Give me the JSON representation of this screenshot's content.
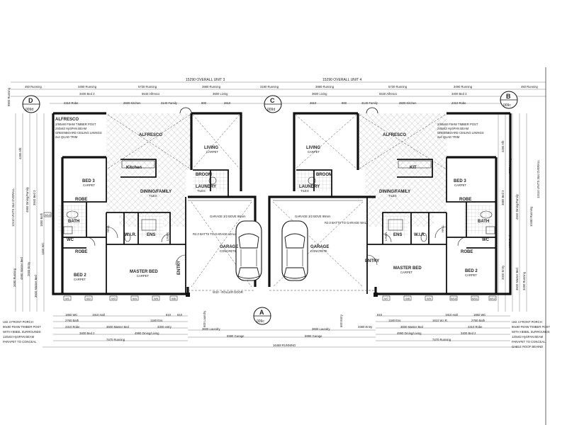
{
  "title": "Floor plan – Unit 3 and Unit 4",
  "overall": {
    "unit3": "15290 OVERALL UNIT 3",
    "unit4": "15290 OVERALL UNIT 4",
    "side_left": "12410 UNITS 3&4 OVERALL",
    "side_right_a": "10480 Running",
    "bottom": "16468 RUNNING"
  },
  "grid_markers": [
    {
      "letter": "A",
      "ref": "009c"
    },
    {
      "letter": "B",
      "ref": "009c"
    },
    {
      "letter": "C",
      "ref": "009d"
    },
    {
      "letter": "D",
      "ref": "009d"
    }
  ],
  "top_dims_row1": [
    "450 Running",
    "3490 Running",
    "5730 Running",
    "3980 Running",
    "3180 Running",
    "3980 Running",
    "5730 Running",
    "3490 Running",
    "450 Running"
  ],
  "top_dims_row2": [
    "3400 Bed 3",
    "5540 Alfresco",
    "3600 Living",
    "3600 Living",
    "5540 Alfresco",
    "3400 Bed 3"
  ],
  "top_dims_row3": [
    "2310 Robe",
    "2500 Kitchen",
    "3140 Family",
    "900",
    "2610",
    "2610",
    "900",
    "3140 Family",
    "2500 Kitchen",
    "2310 Robe"
  ],
  "rooms": {
    "alfresco_l": "ALFRESCO",
    "alfresco_r": "ALFRESCO",
    "living_l": "LIVING",
    "living_r": "LIVING",
    "bed3_l": "BED 3",
    "bed3_r": "BED 3",
    "robe": "ROBE",
    "bath": "BATH",
    "kitchen": "Kitchen",
    "kit": "KIT",
    "broom": "BROOM",
    "laundry": "LAUNDRY",
    "dining_l": "DINING/FAMILY",
    "dining_r": "DINING/FAMILY",
    "garage_l": "GARAGE",
    "garage_r": "GARAGE",
    "ens": "ENS",
    "wir": "W.I.R.",
    "linen": "LINEN",
    "entry": "ENTRY",
    "master_l": "MASTER BED",
    "master_r": "MASTER BED",
    "bed2_l": "BED 2",
    "bed2_r": "BED 2",
    "wc": "WC",
    "hall": "HALL"
  },
  "finishes": {
    "carpet": "CARPET",
    "tiles": "TILES",
    "concrete": "CONCRETE"
  },
  "notes": {
    "alfresco_l_title": "ALFRESCO",
    "alfresco_l_lines": [
      "2/90x90 F5HW TIMBER POST",
      "240x63 HySPAN BEAM",
      "GREENBOARD CEILING LININGS",
      "2x4 QUAD TRIM"
    ],
    "alfresco_r_lines": [
      "2/90x90 F5HW TIMBER POST",
      "240x63 HySPAN BEAM",
      "GREENBOARD CEILING LININGS",
      "2x4 QUAD TRIM"
    ],
    "garage_wall": "GARAGE 3/2 BOVE 98mm",
    "batts_l": "R2.0 BATTS TO GARAGE WALL",
    "batts_r": "R2.0 BATTS TO GARAGE WALL",
    "roller_door": "W10 - ROLLER DOOR",
    "unit3_porch": [
      "Unit 3 FRONT PORCH",
      "90x90 F5HW TIMBER POST",
      "WITH HEBEL SURROUNDS",
      "120x63 HySPAN BEAM",
      "PARAPET TO CONCEAL"
    ],
    "unit4_porch": [
      "Unit 4 FRONT PORCH",
      "90x90 F5HW TIMBER POST",
      "WITH HEBEL SURROUNDS",
      "120x63 HySPAN BEAM",
      "PARAPET TO CONCEAL",
      "GABLE ROOF BEHIND"
    ]
  },
  "bottom_dims": {
    "l_row1": [
      "1850 WC",
      "1910 Hall"
    ],
    "l_row2": [
      "2760 Bath",
      "2310 Robe",
      "1180 Ens"
    ],
    "l_row3": [
      "3600 Master Bed",
      "3300 entry",
      "910",
      "910"
    ],
    "l_row4": [
      "3400 Bed 2",
      "4990 Dining/Living"
    ],
    "l_row5": [
      "7470 Running"
    ],
    "c_l": [
      "3600 Laundry",
      "5990 Garage"
    ],
    "c_r": [
      "3600 Laundry",
      "5990 Garage"
    ],
    "r_row1": [
      "1910 Hall",
      "1850 WC"
    ],
    "r_row2": [
      "1180 Ens",
      "1610 W.I.R.",
      "2760 Bath"
    ],
    "r_row3": [
      "910",
      "3600 Master Bed",
      "2310 Robe"
    ],
    "r_row4": [
      "4990 Dining/Living",
      "3400 Bed 2"
    ],
    "r_row5": [
      "7470 Running"
    ],
    "heights": [
      "600 Laundry",
      "600 Entry",
      "3380 Entry"
    ]
  },
  "side_dims_left": [
    "4490 Alfr.",
    "4950 Dining/Family",
    "3940 Bed 3",
    "1850 Bath",
    "3490 Running",
    "4590 Master Bed",
    "2000 Entry",
    "3600 Master Bed",
    "1450 WC"
  ],
  "side_dims_right": [
    "4490 Alfr.",
    "3250 Living",
    "3880 Bed 3",
    "4940 Dining/Family",
    "1890 Bath",
    "2000 Entry",
    "3600 Master Bed",
    "3490 Running"
  ],
  "window_tags": [
    "W1",
    "W2",
    "W3",
    "W4",
    "W5",
    "W6",
    "W7",
    "W8",
    "W9",
    "W10",
    "W11",
    "W12",
    "W13"
  ]
}
